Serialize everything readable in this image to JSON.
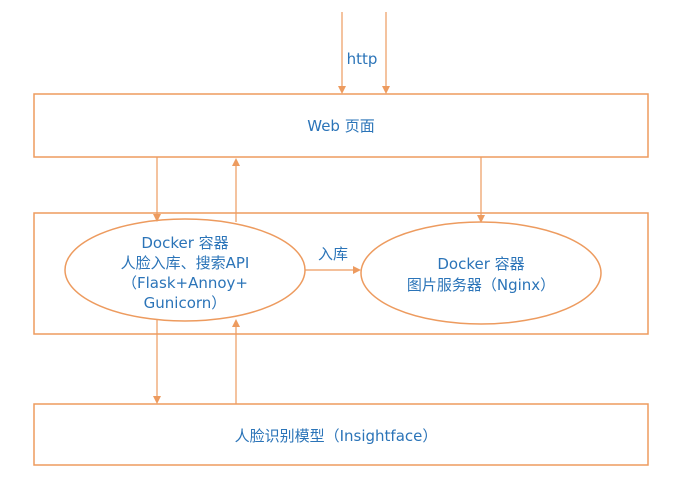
{
  "diagram": {
    "http_label": "http",
    "web_page_label": "Web 页面",
    "face_service": {
      "line1": "Docker 容器",
      "line2": "人脸入库、搜索API",
      "line3": "（Flask+Annoy+",
      "line4": "Gunicorn）"
    },
    "image_service": {
      "line1": "Docker 容器",
      "line2": "图片服务器（Nginx）"
    },
    "ingest_label": "入库",
    "model_label": "人脸识别模型（Insightface）"
  },
  "colors": {
    "line": "#ed9b5f",
    "text": "#2b74b8"
  }
}
